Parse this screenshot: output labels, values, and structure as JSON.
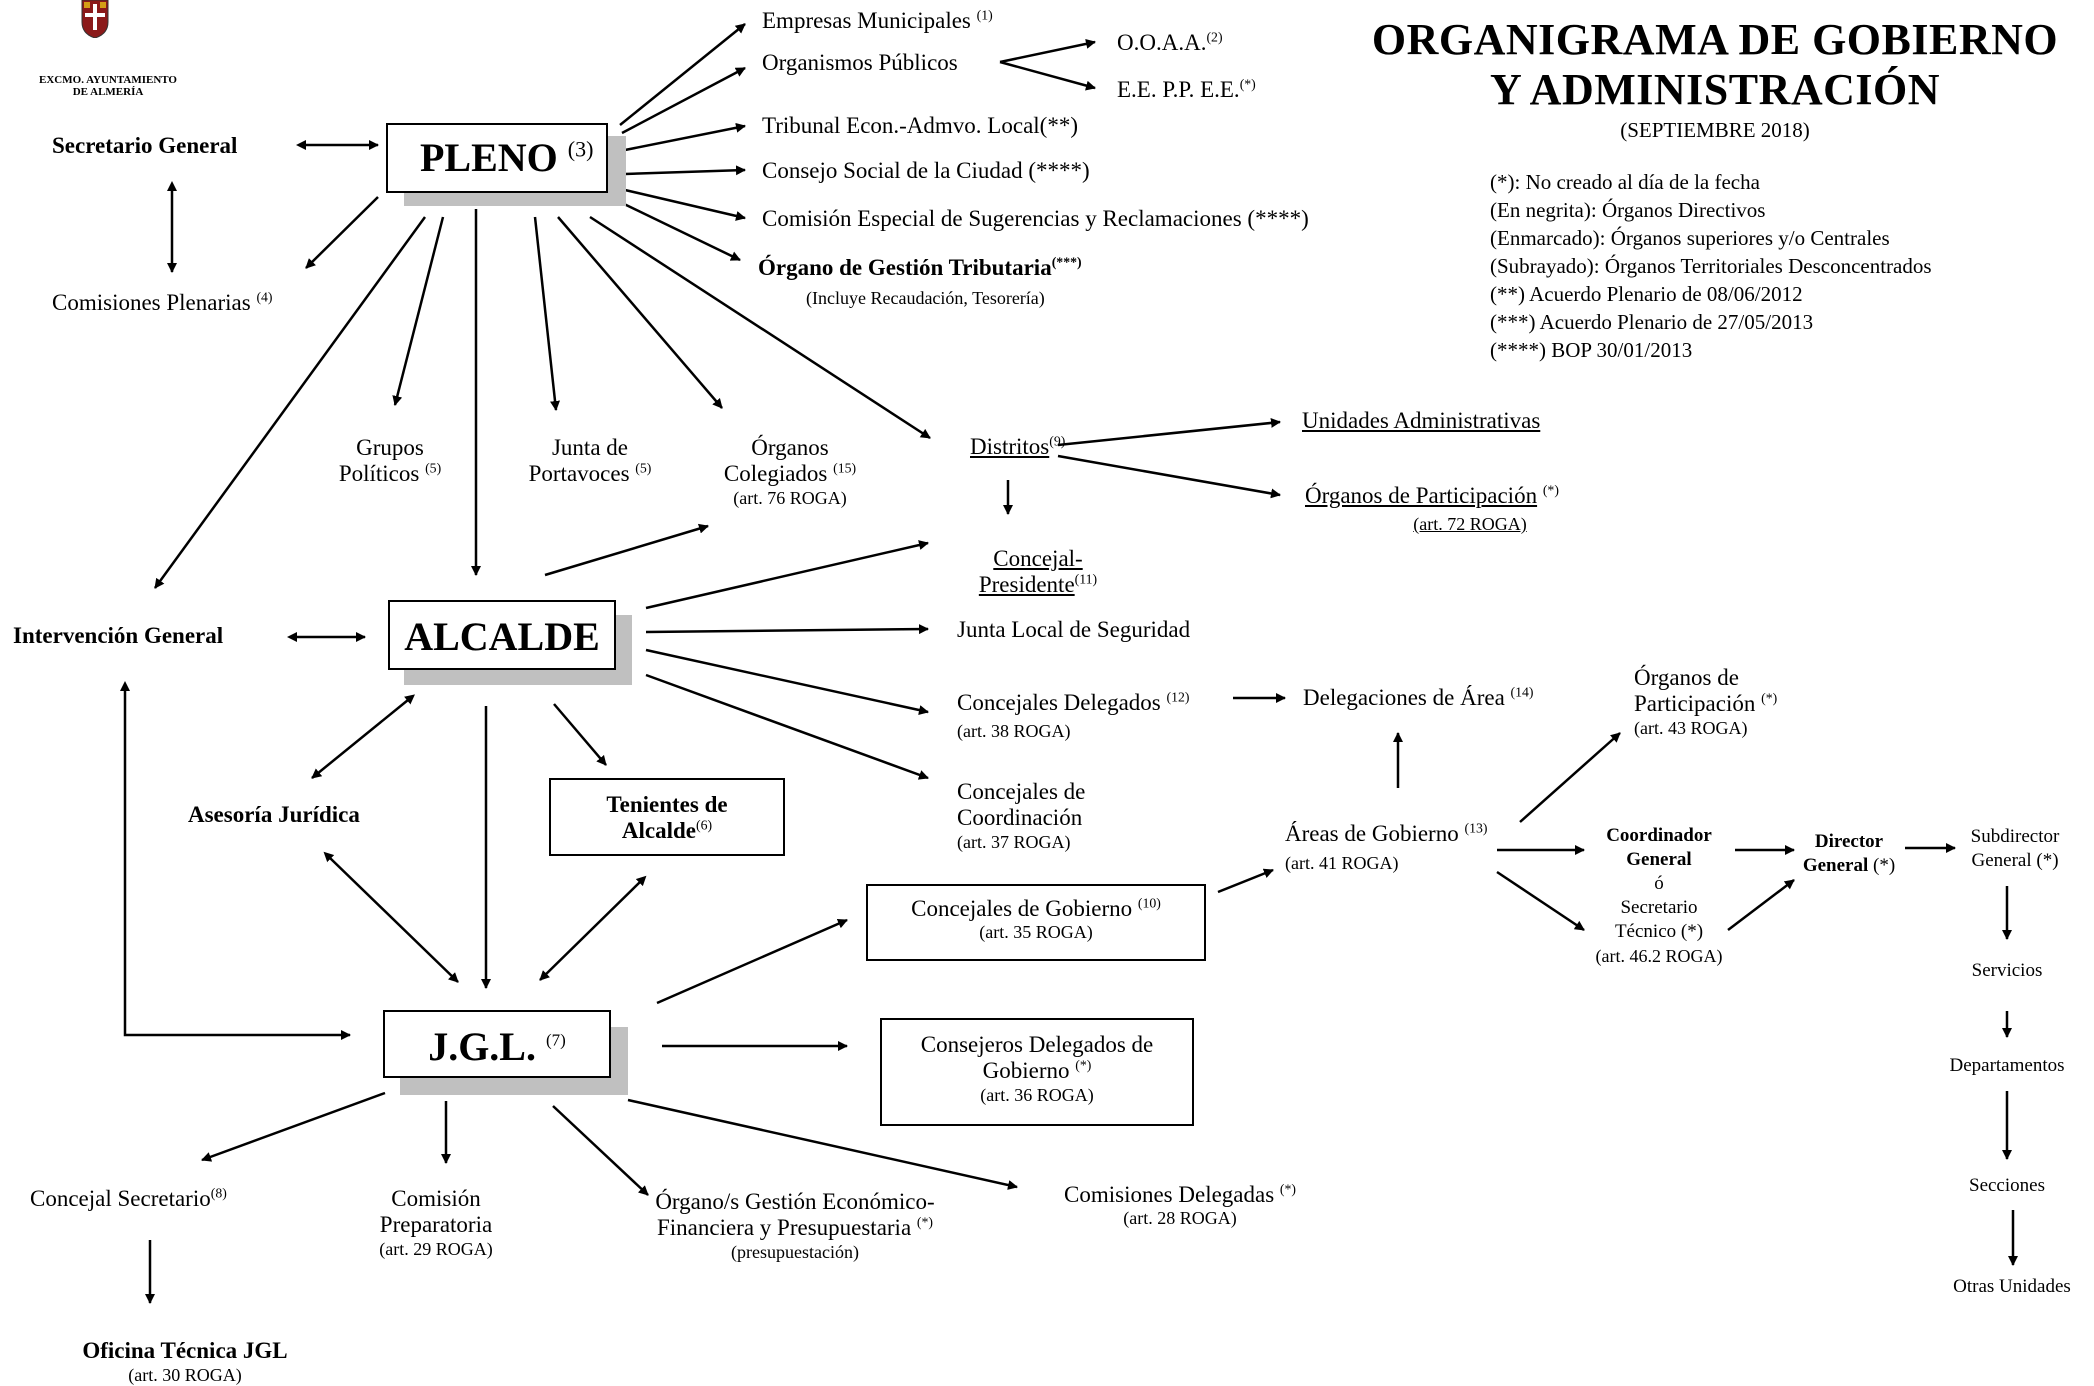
{
  "header": {
    "logo_line1": "EXCMO. AYUNTAMIENTO",
    "logo_line2": "DE ALMERÍA",
    "title_line1": "ORGANIGRAMA DE GOBIERNO",
    "title_line2": "Y ADMINISTRACIÓN",
    "date": "(SEPTIEMBRE 2018)"
  },
  "legend": [
    "(*): No creado al día de la fecha",
    "(En negrita): Órganos Directivos",
    "(Enmarcado): Órganos superiores y/o Centrales",
    "(Subrayado): Órganos Territoriales Desconcentrados",
    "(**) Acuerdo Plenario de 08/06/2012",
    "(***) Acuerdo Plenario de 27/05/2013",
    "(****) BOP 30/01/2013"
  ],
  "pleno": {
    "label": "PLENO",
    "sup": "(3)"
  },
  "alcalde": {
    "label": "ALCALDE"
  },
  "jgl": {
    "label": "J.G.L.",
    "sup": "(7)"
  },
  "left": {
    "secretario": "Secretario General",
    "comisiones": "Comisiones Plenarias",
    "comisiones_sup": "(4)",
    "intervencion": "Intervención General",
    "asesoria": "Asesoría Jurídica",
    "concejal_sec": "Concejal Secretario",
    "concejal_sec_sup": "(8)",
    "oficina": "Oficina Técnica JGL",
    "oficina_note": "(art. 30 ROGA)"
  },
  "pleno_children": {
    "empresas": "Empresas Municipales",
    "empresas_sup": "(1)",
    "organismos": "Organismos Públicos",
    "ooaa": "O.O.A.A.",
    "ooaa_sup": "(2)",
    "eepp": "E.E. P.P. E.E.",
    "eepp_sup": "(*)",
    "tribunal": "Tribunal Econ.-Admvo. Local(**)",
    "consejo": "Consejo Social de la Ciudad (****)",
    "comision": "Comisión Especial de Sugerencias y Reclamaciones (****)",
    "organo_gestion": "Órgano de Gestión Tributaria",
    "organo_gestion_sup": "(***)",
    "organo_gestion_note": "(Incluye Recaudación, Tesorería)",
    "grupos_l1": "Grupos",
    "grupos_l2": "Políticos",
    "grupos_sup": "(5)",
    "junta_l1": "Junta de",
    "junta_l2": "Portavoces",
    "junta_sup": "(5)",
    "colegiados_l1": "Órganos",
    "colegiados_l2": "Colegiados",
    "colegiados_sup": "(15)",
    "colegiados_note": "(art. 76 ROGA)"
  },
  "distritos": {
    "label": "Distritos",
    "sup": "(9)",
    "unidades": "Unidades Administrativas",
    "participacion": "Órganos de Participación",
    "participacion_sup": "(*)",
    "participacion_note": "(art. 72 ROGA)",
    "concejal_l1": "Concejal-",
    "concejal_l2": "Presidente",
    "concejal_sup": "(11)"
  },
  "alcalde_children": {
    "junta_seguridad": "Junta Local de Seguridad",
    "delegados": "Concejales Delegados",
    "delegados_sup": "(12)",
    "delegados_note": "(art. 38 ROGA)",
    "delegaciones": "Delegaciones de Área",
    "delegaciones_sup": "(14)",
    "coordinacion_l1": "Concejales de",
    "coordinacion_l2": "Coordinación",
    "coordinacion_note": "(art. 37 ROGA)",
    "tenientes_l1": "Tenientes de",
    "tenientes_l2": "Alcalde",
    "tenientes_sup": "(6)"
  },
  "areas": {
    "label": "Áreas de Gobierno",
    "sup": "(13)",
    "note": "(art. 41 ROGA)",
    "organos_l1": "Órganos de",
    "organos_l2": "Participación",
    "organos_sup": "(*)",
    "organos_note": "(art. 43 ROGA)",
    "coord_l1": "Coordinador",
    "coord_l2": "General",
    "coord_l3": "ó",
    "coord_l4": "Secretario",
    "coord_l5": "Técnico (*)",
    "coord_note": "(art. 46.2 ROGA)",
    "director_l1": "Director",
    "director_l2": "General",
    "director_sup": "(*)",
    "subdirector_l1": "Subdirector",
    "subdirector_l2": "General (*)",
    "servicios": "Servicios",
    "departamentos": "Departamentos",
    "secciones": "Secciones",
    "otras": "Otras Unidades"
  },
  "jgl_children": {
    "concejales_gobierno": "Concejales de Gobierno",
    "concejales_gobierno_sup": "(10)",
    "concejales_gobierno_note": "(art. 35 ROGA)",
    "consejeros_l1": "Consejeros Delegados de",
    "consejeros_l2": "Gobierno",
    "consejeros_sup": "(*)",
    "consejeros_note": "(art. 36 ROGA)",
    "comision_prep_l1": "Comisión",
    "comision_prep_l2": "Preparatoria",
    "comision_prep_note": "(art. 29 ROGA)",
    "organo_l1": "Órgano/s Gestión Económico-",
    "organo_l2": "Financiera y Presupuestaria",
    "organo_sup": "(*)",
    "organo_note": "(presupuestación)",
    "comisiones_del": "Comisiones Delegadas",
    "comisiones_del_sup": "(*)",
    "comisiones_del_note": "(art. 28 ROGA)"
  }
}
